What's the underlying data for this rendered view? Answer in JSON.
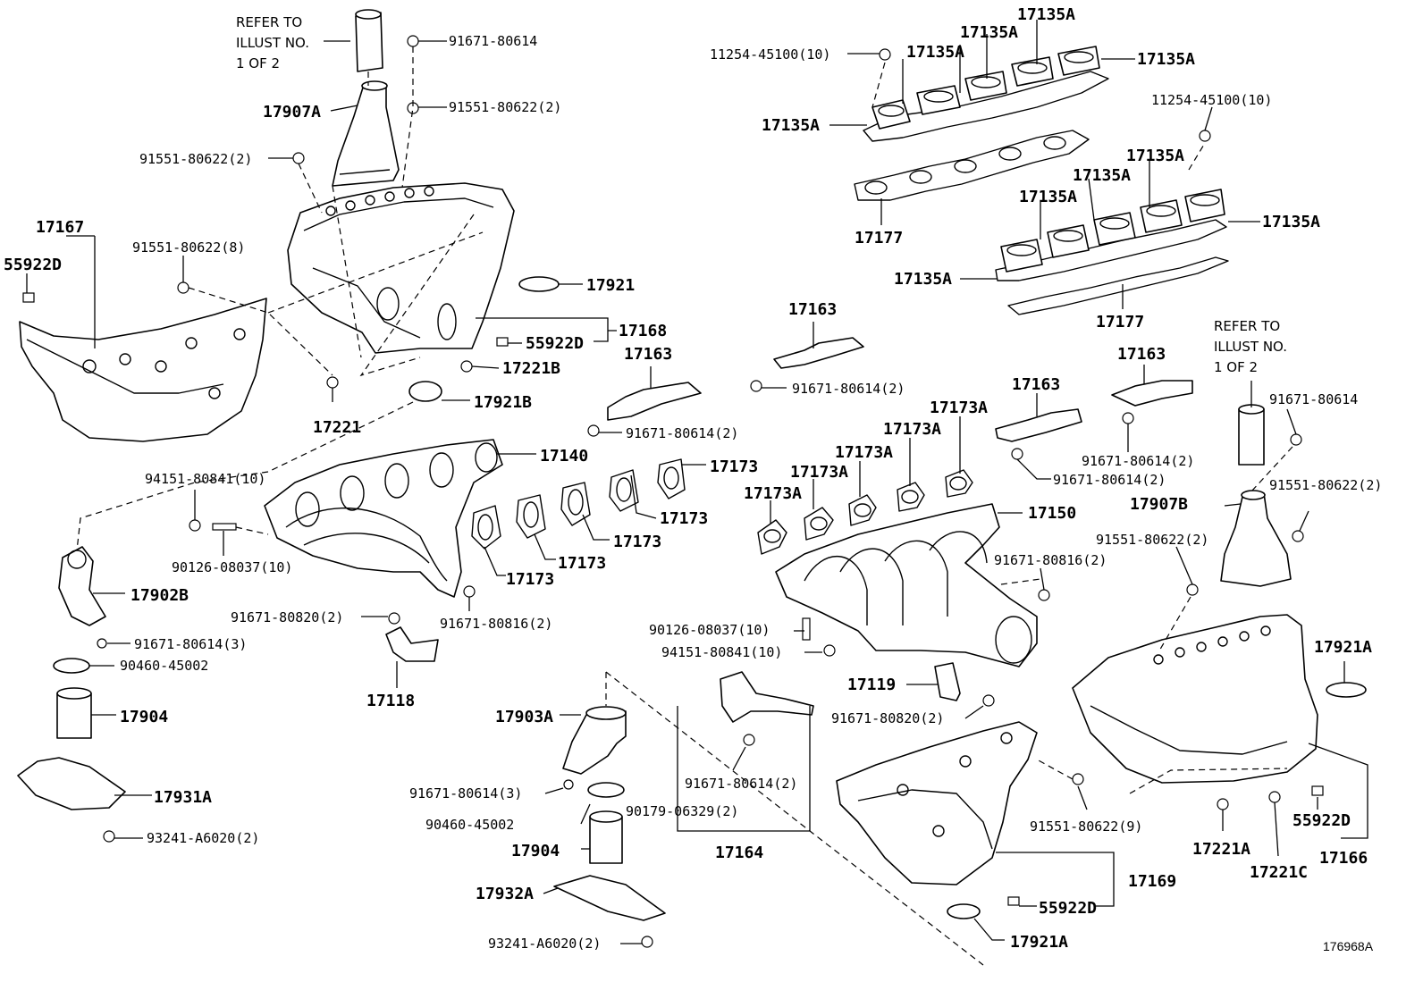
{
  "illustration_code": "176968A",
  "references": [
    {
      "id": "ref-left",
      "lines": [
        "REFER TO",
        "ILLUST NO.",
        "1 OF 2"
      ]
    },
    {
      "id": "ref-right",
      "lines": [
        "REFER TO",
        "ILLUST NO.",
        "1 OF 2"
      ]
    }
  ],
  "parts": [
    {
      "id": "p1",
      "text": "91671-80614"
    },
    {
      "id": "p2",
      "text": "17907A"
    },
    {
      "id": "p3",
      "text": "91551-80622(2)"
    },
    {
      "id": "p4",
      "text": "91551-80622(2)"
    },
    {
      "id": "p5",
      "text": "17167"
    },
    {
      "id": "p6",
      "text": "55922D"
    },
    {
      "id": "p7",
      "text": "91551-80622(8)"
    },
    {
      "id": "p8",
      "text": "17921"
    },
    {
      "id": "p9",
      "text": "17168"
    },
    {
      "id": "p10",
      "text": "55922D"
    },
    {
      "id": "p11",
      "text": "17221B"
    },
    {
      "id": "p12",
      "text": "17221"
    },
    {
      "id": "p13",
      "text": "17921B"
    },
    {
      "id": "p14",
      "text": "17163"
    },
    {
      "id": "p15",
      "text": "91671-80614(2)"
    },
    {
      "id": "p16",
      "text": "17140"
    },
    {
      "id": "p17",
      "text": "94151-80841(10)"
    },
    {
      "id": "p18",
      "text": "90126-08037(10)"
    },
    {
      "id": "p19",
      "text": "17902B"
    },
    {
      "id": "p20",
      "text": "91671-80614(3)"
    },
    {
      "id": "p21",
      "text": "90460-45002"
    },
    {
      "id": "p22",
      "text": "17904"
    },
    {
      "id": "p23",
      "text": "17931A"
    },
    {
      "id": "p24",
      "text": "93241-A6020(2)"
    },
    {
      "id": "p25",
      "text": "17173"
    },
    {
      "id": "p26",
      "text": "17173"
    },
    {
      "id": "p27",
      "text": "17173"
    },
    {
      "id": "p28",
      "text": "17173"
    },
    {
      "id": "p29",
      "text": "17173"
    },
    {
      "id": "p30",
      "text": "91671-80820(2)"
    },
    {
      "id": "p31",
      "text": "91671-80816(2)"
    },
    {
      "id": "p32",
      "text": "17118"
    },
    {
      "id": "p33",
      "text": "17903A"
    },
    {
      "id": "p34",
      "text": "91671-80614(3)"
    },
    {
      "id": "p35",
      "text": "90460-45002"
    },
    {
      "id": "p36",
      "text": "17904"
    },
    {
      "id": "p37",
      "text": "17932A"
    },
    {
      "id": "p38",
      "text": "93241-A6020(2)"
    },
    {
      "id": "p39",
      "text": "11254-45100(10)"
    },
    {
      "id": "p40",
      "text": "17135A"
    },
    {
      "id": "p41",
      "text": "17135A"
    },
    {
      "id": "p42",
      "text": "17135A"
    },
    {
      "id": "p43",
      "text": "17135A"
    },
    {
      "id": "p44",
      "text": "17135A"
    },
    {
      "id": "p45",
      "text": "11254-45100(10)"
    },
    {
      "id": "p46",
      "text": "17177"
    },
    {
      "id": "p47",
      "text": "17135A"
    },
    {
      "id": "p48",
      "text": "17135A"
    },
    {
      "id": "p49",
      "text": "17135A"
    },
    {
      "id": "p50",
      "text": "17135A"
    },
    {
      "id": "p51",
      "text": "17135A"
    },
    {
      "id": "p52",
      "text": "17177"
    },
    {
      "id": "p53",
      "text": "17163"
    },
    {
      "id": "p54",
      "text": "91671-80614(2)"
    },
    {
      "id": "p55",
      "text": "17163"
    },
    {
      "id": "p56",
      "text": "17163"
    },
    {
      "id": "p57",
      "text": "91671-80614(2)"
    },
    {
      "id": "p58",
      "text": "91671-80614(2)"
    },
    {
      "id": "p59",
      "text": "91671-80614"
    },
    {
      "id": "p60",
      "text": "17173A"
    },
    {
      "id": "p61",
      "text": "17173A"
    },
    {
      "id": "p62",
      "text": "17173A"
    },
    {
      "id": "p63",
      "text": "17173A"
    },
    {
      "id": "p64",
      "text": "17173A"
    },
    {
      "id": "p65",
      "text": "17150"
    },
    {
      "id": "p66",
      "text": "91671-80816(2)"
    },
    {
      "id": "p67",
      "text": "17907B"
    },
    {
      "id": "p68",
      "text": "91551-80622(2)"
    },
    {
      "id": "p69",
      "text": "91551-80622(2)"
    },
    {
      "id": "p70",
      "text": "90126-08037(10)"
    },
    {
      "id": "p71",
      "text": "94151-80841(10)"
    },
    {
      "id": "p72",
      "text": "17119"
    },
    {
      "id": "p73",
      "text": "91671-80820(2)"
    },
    {
      "id": "p74",
      "text": "17921A"
    },
    {
      "id": "p75",
      "text": "91671-80614(2)"
    },
    {
      "id": "p76",
      "text": "90179-06329(2)"
    },
    {
      "id": "p77",
      "text": "17164"
    },
    {
      "id": "p78",
      "text": "91551-80622(9)"
    },
    {
      "id": "p79",
      "text": "17221A"
    },
    {
      "id": "p80",
      "text": "17221C"
    },
    {
      "id": "p81",
      "text": "55922D"
    },
    {
      "id": "p82",
      "text": "17166"
    },
    {
      "id": "p83",
      "text": "17169"
    },
    {
      "id": "p84",
      "text": "55922D"
    },
    {
      "id": "p85",
      "text": "17921A"
    }
  ]
}
